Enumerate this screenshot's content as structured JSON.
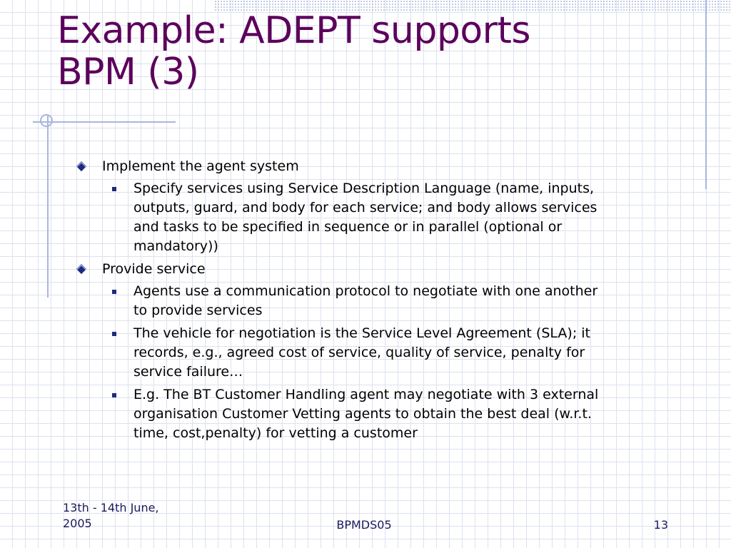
{
  "slide": {
    "title_line1": "Example: ADEPT supports",
    "title_line2": "BPM (3)",
    "bullets": [
      {
        "text": "Implement the agent system",
        "sub": [
          "Specify services using Service Description Language (name, inputs, outputs, guard, and body for each service; and body allows services and tasks to be specified in sequence or in parallel (optional or mandatory))"
        ]
      },
      {
        "text": "Provide service",
        "sub": [
          "Agents use a communication protocol to negotiate with one another to provide services",
          "The vehicle for negotiation is the Service Level Agreement (SLA); it records, e.g., agreed cost of service, quality of service, penalty for service failure…",
          "E.g. The BT Customer Handling agent may negotiate with 3 external organisation Customer Vetting agents to obtain the best deal (w.r.t. time, cost,penalty) for vetting a  customer"
        ]
      }
    ]
  },
  "footer": {
    "date": "13th - 14th June, 2005",
    "conference": "BPMDS05",
    "page_number": "13"
  },
  "colors": {
    "title": "#5c005c",
    "bullet": "#1d2b7a",
    "decor_lines": "#a9b6de",
    "grid": "#dde1ee"
  },
  "icons": {
    "level1_bullet": "diamond-bullet-icon",
    "level2_bullet": "square-bullet-icon"
  }
}
